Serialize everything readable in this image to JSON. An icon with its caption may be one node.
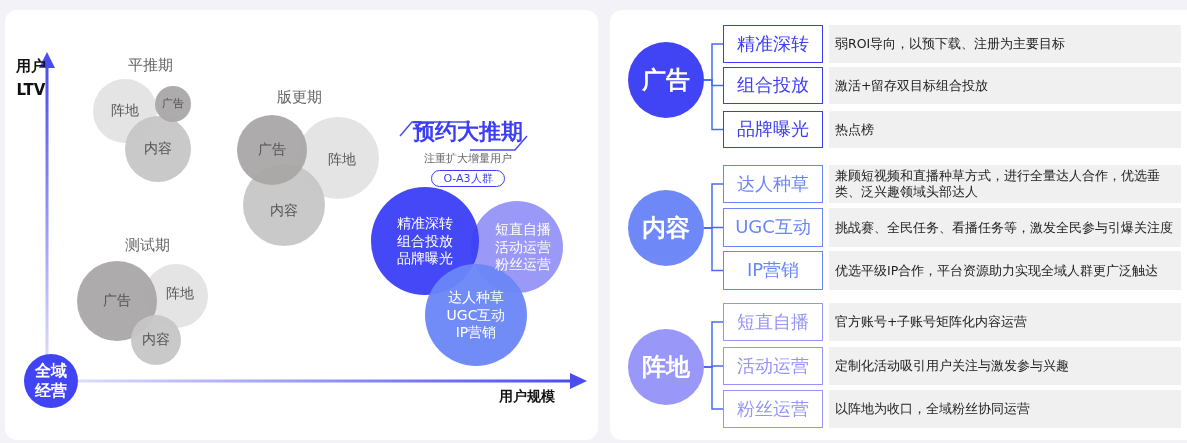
{
  "diagram": {
    "nodes": [
      {
        "text": [
          "阵地"
        ]
      },
      {
        "text": [
          "广告"
        ]
      },
      {
        "text": [
          "内容"
        ]
      },
      {
        "text": [
          "广告"
        ]
      },
      {
        "text": [
          "阵地"
        ]
      },
      {
        "text": [
          "内容"
        ]
      },
      {
        "text": [
          "广告"
        ]
      },
      {
        "text": [
          "阵地"
        ]
      },
      {
        "text": [
          "内容"
        ]
      },
      {
        "text": [
          "O-A3人群"
        ]
      },
      {
        "text": [
          "精准深转",
          "组合投放",
          "品牌曝光"
        ]
      },
      {
        "text": [
          "短直自播",
          "活动运营",
          "粉丝运营"
        ]
      },
      {
        "text": [
          "达人种草",
          "UGC互动",
          "IP营销"
        ]
      },
      {
        "text": [
          "全域经营"
        ]
      },
      {
        "text": [
          "广告"
        ]
      },
      {
        "text": [
          "精准深转"
        ]
      },
      {
        "text": [
          "弱ROI导向，以预下载、注册为主要目标"
        ]
      },
      {
        "text": [
          "组合投放"
        ]
      },
      {
        "text": [
          "激活+留存双目标组合投放"
        ]
      },
      {
        "text": [
          "品牌曝光"
        ]
      },
      {
        "text": [
          "热点榜"
        ]
      },
      {
        "text": [
          "内容"
        ]
      },
      {
        "text": [
          "达人种草"
        ]
      },
      {
        "text": [
          "兼顾短视频和直播种草方式，进行全量达人合作，优选垂类、泛兴趣领域头部达人"
        ]
      },
      {
        "text": [
          "UGC互动"
        ]
      },
      {
        "text": [
          "挑战赛、全民任务、看播任务等，激发全民参与引爆关注度"
        ]
      },
      {
        "text": [
          "IP营销"
        ]
      },
      {
        "text": [
          "优选平级IP合作，平台资源助力实现全域人群更广泛触达"
        ]
      },
      {
        "text": [
          "阵地"
        ]
      },
      {
        "text": [
          "短直自播"
        ]
      },
      {
        "text": [
          "官方账号+子账号矩阵化内容运营"
        ]
      },
      {
        "text": [
          "活动运营"
        ]
      },
      {
        "text": [
          "定制化活动吸引用户关注与激发参与兴趣"
        ]
      },
      {
        "text": [
          "粉丝运营"
        ]
      },
      {
        "text": [
          "以阵地为收口，全域粉丝协同运营"
        ]
      }
    ],
    "edges": [
      {
        "from": 14,
        "to": 15,
        "arrow": "none"
      },
      {
        "from": 14,
        "to": 17,
        "arrow": "none"
      },
      {
        "from": 14,
        "to": 19,
        "arrow": "none"
      },
      {
        "from": 21,
        "to": 22,
        "arrow": "none"
      },
      {
        "from": 21,
        "to": 24,
        "arrow": "none"
      },
      {
        "from": 21,
        "to": 26,
        "arrow": "none"
      },
      {
        "from": 28,
        "to": 29,
        "arrow": "none"
      },
      {
        "from": 28,
        "to": 31,
        "arrow": "none"
      },
      {
        "from": 28,
        "to": 33,
        "arrow": "none"
      }
    ],
    "labels": [
      "用户LTV",
      "平推期",
      "版更期",
      "预约大推期",
      "注重扩大增量用户",
      "测试期",
      "用户规模"
    ]
  }
}
